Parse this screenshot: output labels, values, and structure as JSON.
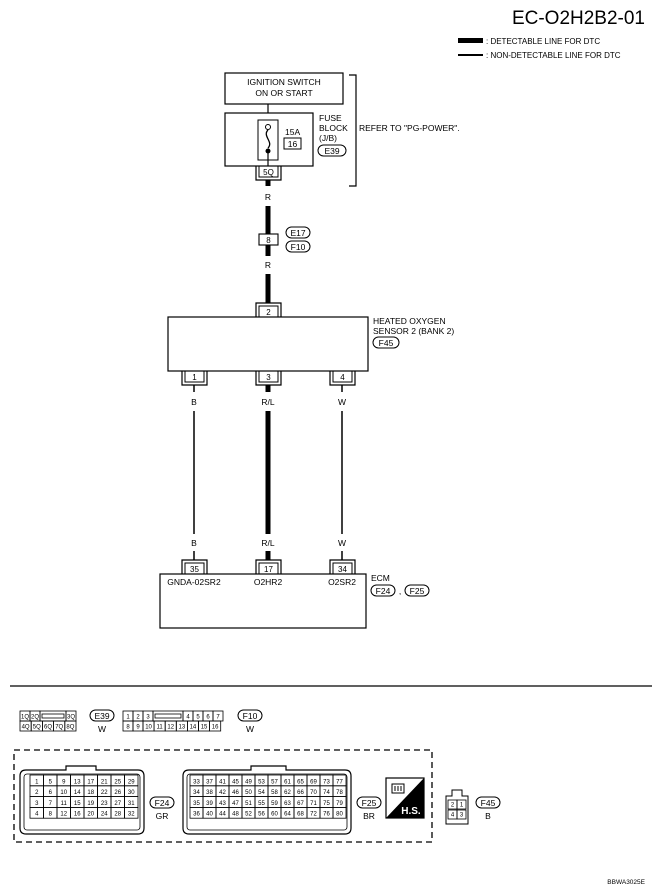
{
  "page_code": "EC-O2H2B2-01",
  "legend": {
    "detectable": ": DETECTABLE LINE FOR DTC",
    "non_detectable": ": NON-DETECTABLE LINE FOR DTC"
  },
  "ignition": {
    "line1": "IGNITION SWITCH",
    "line2": "ON OR START"
  },
  "fuse": {
    "amp": "15A",
    "num": "16",
    "label1": "FUSE",
    "label2": "BLOCK",
    "label3": "(J/B)",
    "conn": "E39",
    "terminal": "5Q",
    "refer": "REFER TO \"PG-POWER\"."
  },
  "wire_colors": {
    "r1": "R",
    "r2": "R",
    "b1": "B",
    "rl1": "R/L",
    "w1": "W",
    "b2": "B",
    "rl2": "R/L",
    "w2": "W"
  },
  "joint": {
    "terminal": "8",
    "conn_top": "E17",
    "conn_bottom": "F10"
  },
  "sensor": {
    "line1": "HEATED OXYGEN",
    "line2": "SENSOR 2 (BANK 2)",
    "conn": "F45",
    "pin_top": "2",
    "pin1": "1",
    "pin3": "3",
    "pin4": "4"
  },
  "ecm": {
    "title": "ECM",
    "conn1": "F24",
    "sep": ",",
    "conn2": "F25",
    "pin35": "35",
    "pin17": "17",
    "pin34": "34",
    "label35": "GNDA-02SR2",
    "label17": "O2HR2",
    "label34": "O2SR2"
  },
  "connectors": {
    "e39": {
      "id": "E39",
      "color": "W",
      "row1": [
        "1Q",
        "2Q",
        "",
        "3Q"
      ],
      "row2": [
        "4Q",
        "5Q",
        "6Q",
        "7Q",
        "8Q"
      ]
    },
    "f10": {
      "id": "F10",
      "color": "W",
      "row1": [
        "1",
        "2",
        "3",
        "",
        "4",
        "5",
        "6",
        "7"
      ],
      "row2": [
        "8",
        "9",
        "10",
        "11",
        "12",
        "13",
        "14",
        "15",
        "16"
      ]
    },
    "f24": {
      "id": "F24",
      "color": "GR",
      "rows": [
        [
          "1",
          "5",
          "9",
          "13",
          "17",
          "21",
          "25",
          "29"
        ],
        [
          "2",
          "6",
          "10",
          "14",
          "18",
          "22",
          "26",
          "30"
        ],
        [
          "3",
          "7",
          "11",
          "15",
          "19",
          "23",
          "27",
          "31"
        ],
        [
          "4",
          "8",
          "12",
          "16",
          "20",
          "24",
          "28",
          "32"
        ]
      ]
    },
    "f25": {
      "id": "F25",
      "color": "BR",
      "rows": [
        [
          "33",
          "37",
          "41",
          "45",
          "49",
          "53",
          "57",
          "61",
          "65",
          "69",
          "73",
          "77"
        ],
        [
          "34",
          "38",
          "42",
          "46",
          "50",
          "54",
          "58",
          "62",
          "66",
          "70",
          "74",
          "78"
        ],
        [
          "35",
          "39",
          "43",
          "47",
          "51",
          "55",
          "59",
          "63",
          "67",
          "71",
          "75",
          "79"
        ],
        [
          "36",
          "40",
          "44",
          "48",
          "52",
          "56",
          "60",
          "64",
          "68",
          "72",
          "76",
          "80"
        ]
      ]
    },
    "f45": {
      "id": "F45",
      "color": "B",
      "top": [
        "2",
        "1"
      ],
      "bottom": [
        "4",
        "3"
      ]
    },
    "hs_label": "H.S."
  },
  "footer_code": "BBWA3025E"
}
